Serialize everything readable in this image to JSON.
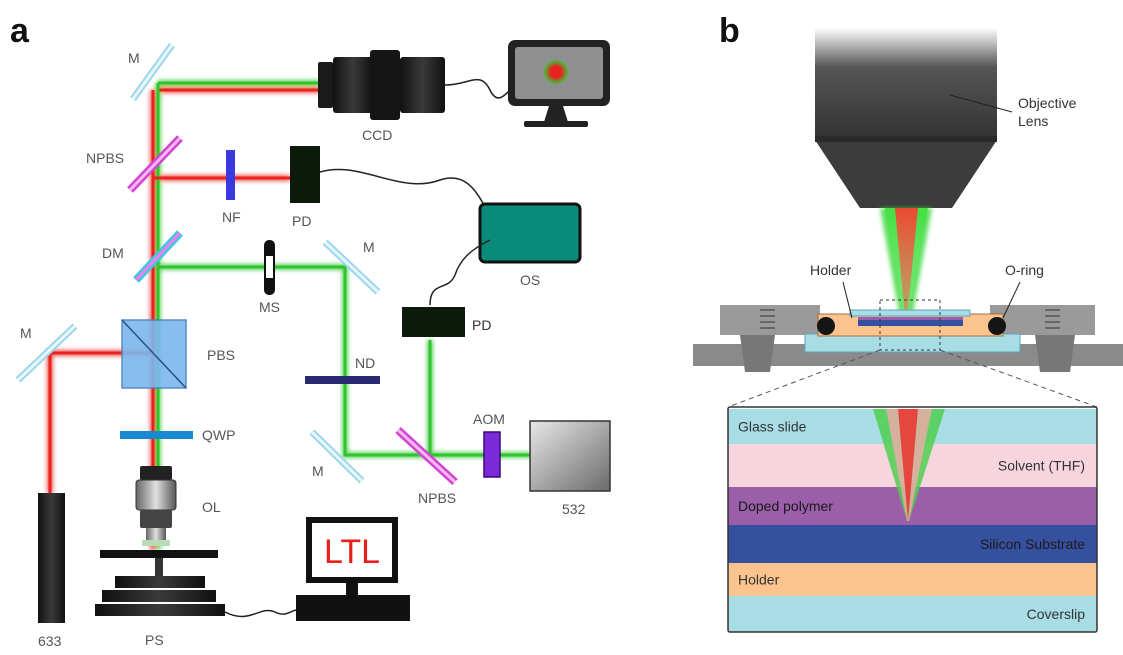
{
  "panels": {
    "a": "a",
    "b": "b"
  },
  "panel_a": {
    "labels": {
      "m_top": "M",
      "ccd": "CCD",
      "npbs_top": "NPBS",
      "nf": "NF",
      "pd_top": "PD",
      "os": "OS",
      "dm": "DM",
      "ms": "MS",
      "m_right_top": "M",
      "pd_right": "PD",
      "m_left": "M",
      "pbs": "PBS",
      "nd": "ND",
      "qwp": "QWP",
      "aom": "AOM",
      "m_bottom": "M",
      "npbs_bottom": "NPBS",
      "laser_532": "532",
      "ol": "OL",
      "laser_633": "633",
      "ps": "PS"
    },
    "computer_screen_text": "LTL"
  },
  "panel_b": {
    "labels": {
      "objective_lens_line1": "Objective",
      "objective_lens_line2": "Lens",
      "holder": "Holder",
      "o_ring": "O-ring"
    },
    "layers": [
      {
        "label": "Glass slide",
        "color": "#a8dde6",
        "align": "left"
      },
      {
        "label": "Solvent (THF)",
        "color": "#f7d5df",
        "align": "right"
      },
      {
        "label": "Doped polymer",
        "color": "#9b5ea8",
        "align": "left"
      },
      {
        "label": "Silicon Substrate",
        "color": "#3650a0",
        "align": "right"
      },
      {
        "label": "Holder",
        "color": "#fbc48f",
        "align": "left"
      },
      {
        "label": "Coverslip",
        "color": "#a8dde6",
        "align": "right"
      }
    ]
  },
  "colors": {
    "red_beam": "#e8231f",
    "green_beam": "#2ec52e",
    "mirror": "#b8e4f2",
    "npbs": "#e060e0",
    "oscilloscope": "#0a8a78",
    "nf_filter": "#3a3ae0",
    "aom": "#7a2ad8"
  }
}
